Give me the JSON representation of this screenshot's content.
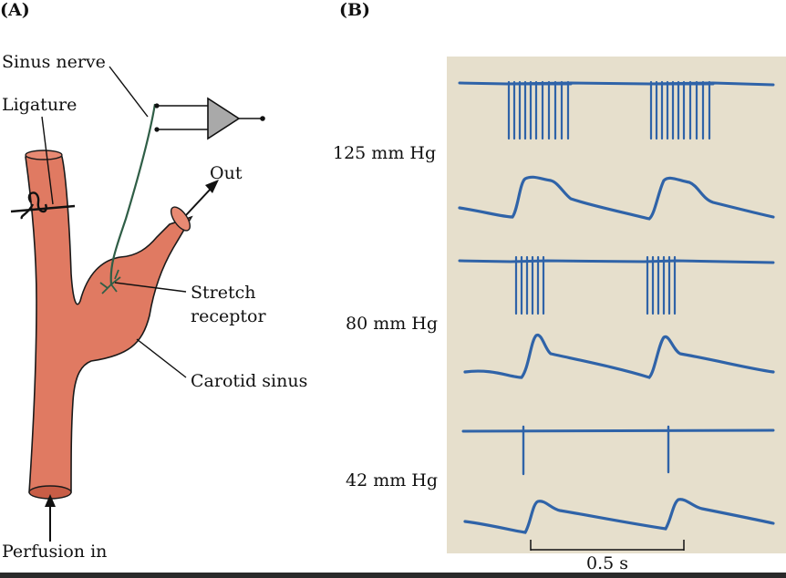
{
  "panels": {
    "a": "(A)",
    "b": "(B)"
  },
  "labels": {
    "sinus_nerve": "Sinus nerve",
    "ligature": "Ligature",
    "out": "Out",
    "stretch": "Stretch",
    "receptor": "receptor",
    "carotid_sinus": "Carotid sinus",
    "perfusion_in": "Perfusion in"
  },
  "recordings": [
    {
      "pressure": "125 mm Hg"
    },
    {
      "pressure": "80 mm Hg"
    },
    {
      "pressure": "42 mm Hg"
    }
  ],
  "scale_bar": "0.5 s",
  "colors": {
    "vessel": "#e07a62",
    "vessel_outline": "#1a1a1a",
    "nerve": "#2f5e46",
    "trace": "#2f63a8",
    "recording_bg": "#e6dfcc",
    "amplifier": "#a9a9a9"
  }
}
